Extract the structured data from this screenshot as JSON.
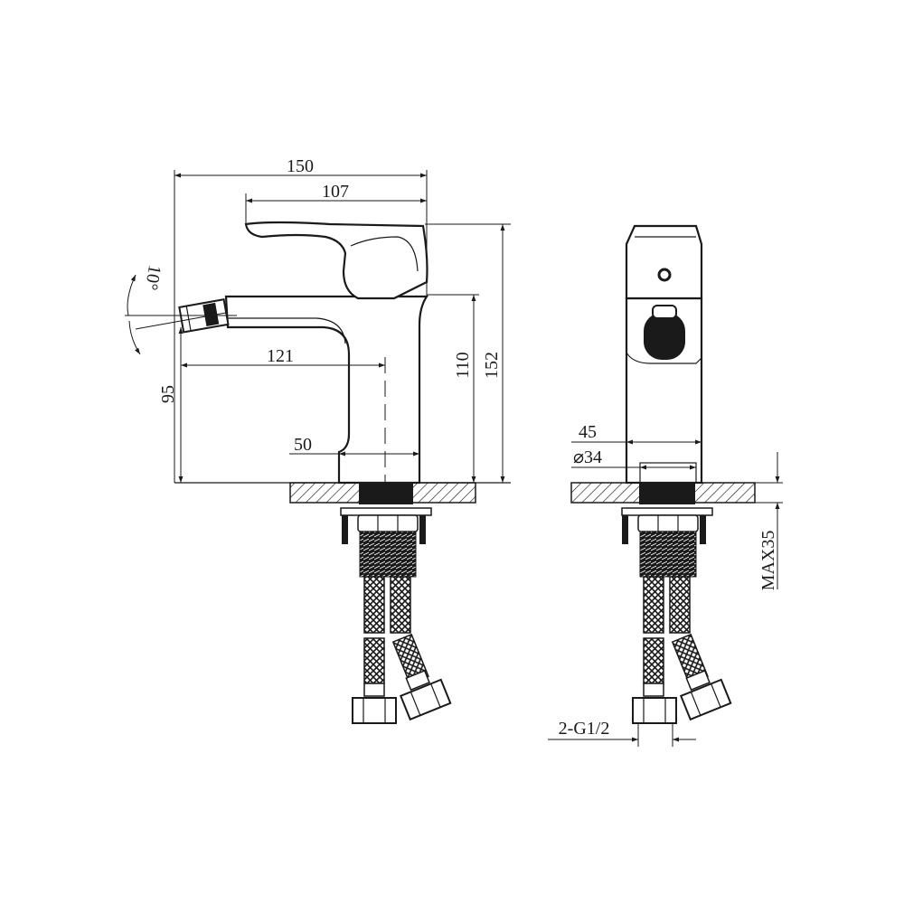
{
  "side_view": {
    "dim_total_width": "150",
    "dim_handle_width": "107",
    "dim_spout_reach": "121",
    "dim_spout_height": "95",
    "dim_body_height": "110",
    "dim_total_height": "152",
    "dim_base_offset": "50",
    "dim_spray_angle": "10°"
  },
  "front_view": {
    "dim_body_width": "45",
    "dim_shank_diameter": "⌀34",
    "dim_max_deck": "MAX35",
    "dim_hose_thread": "2-G1/2"
  }
}
